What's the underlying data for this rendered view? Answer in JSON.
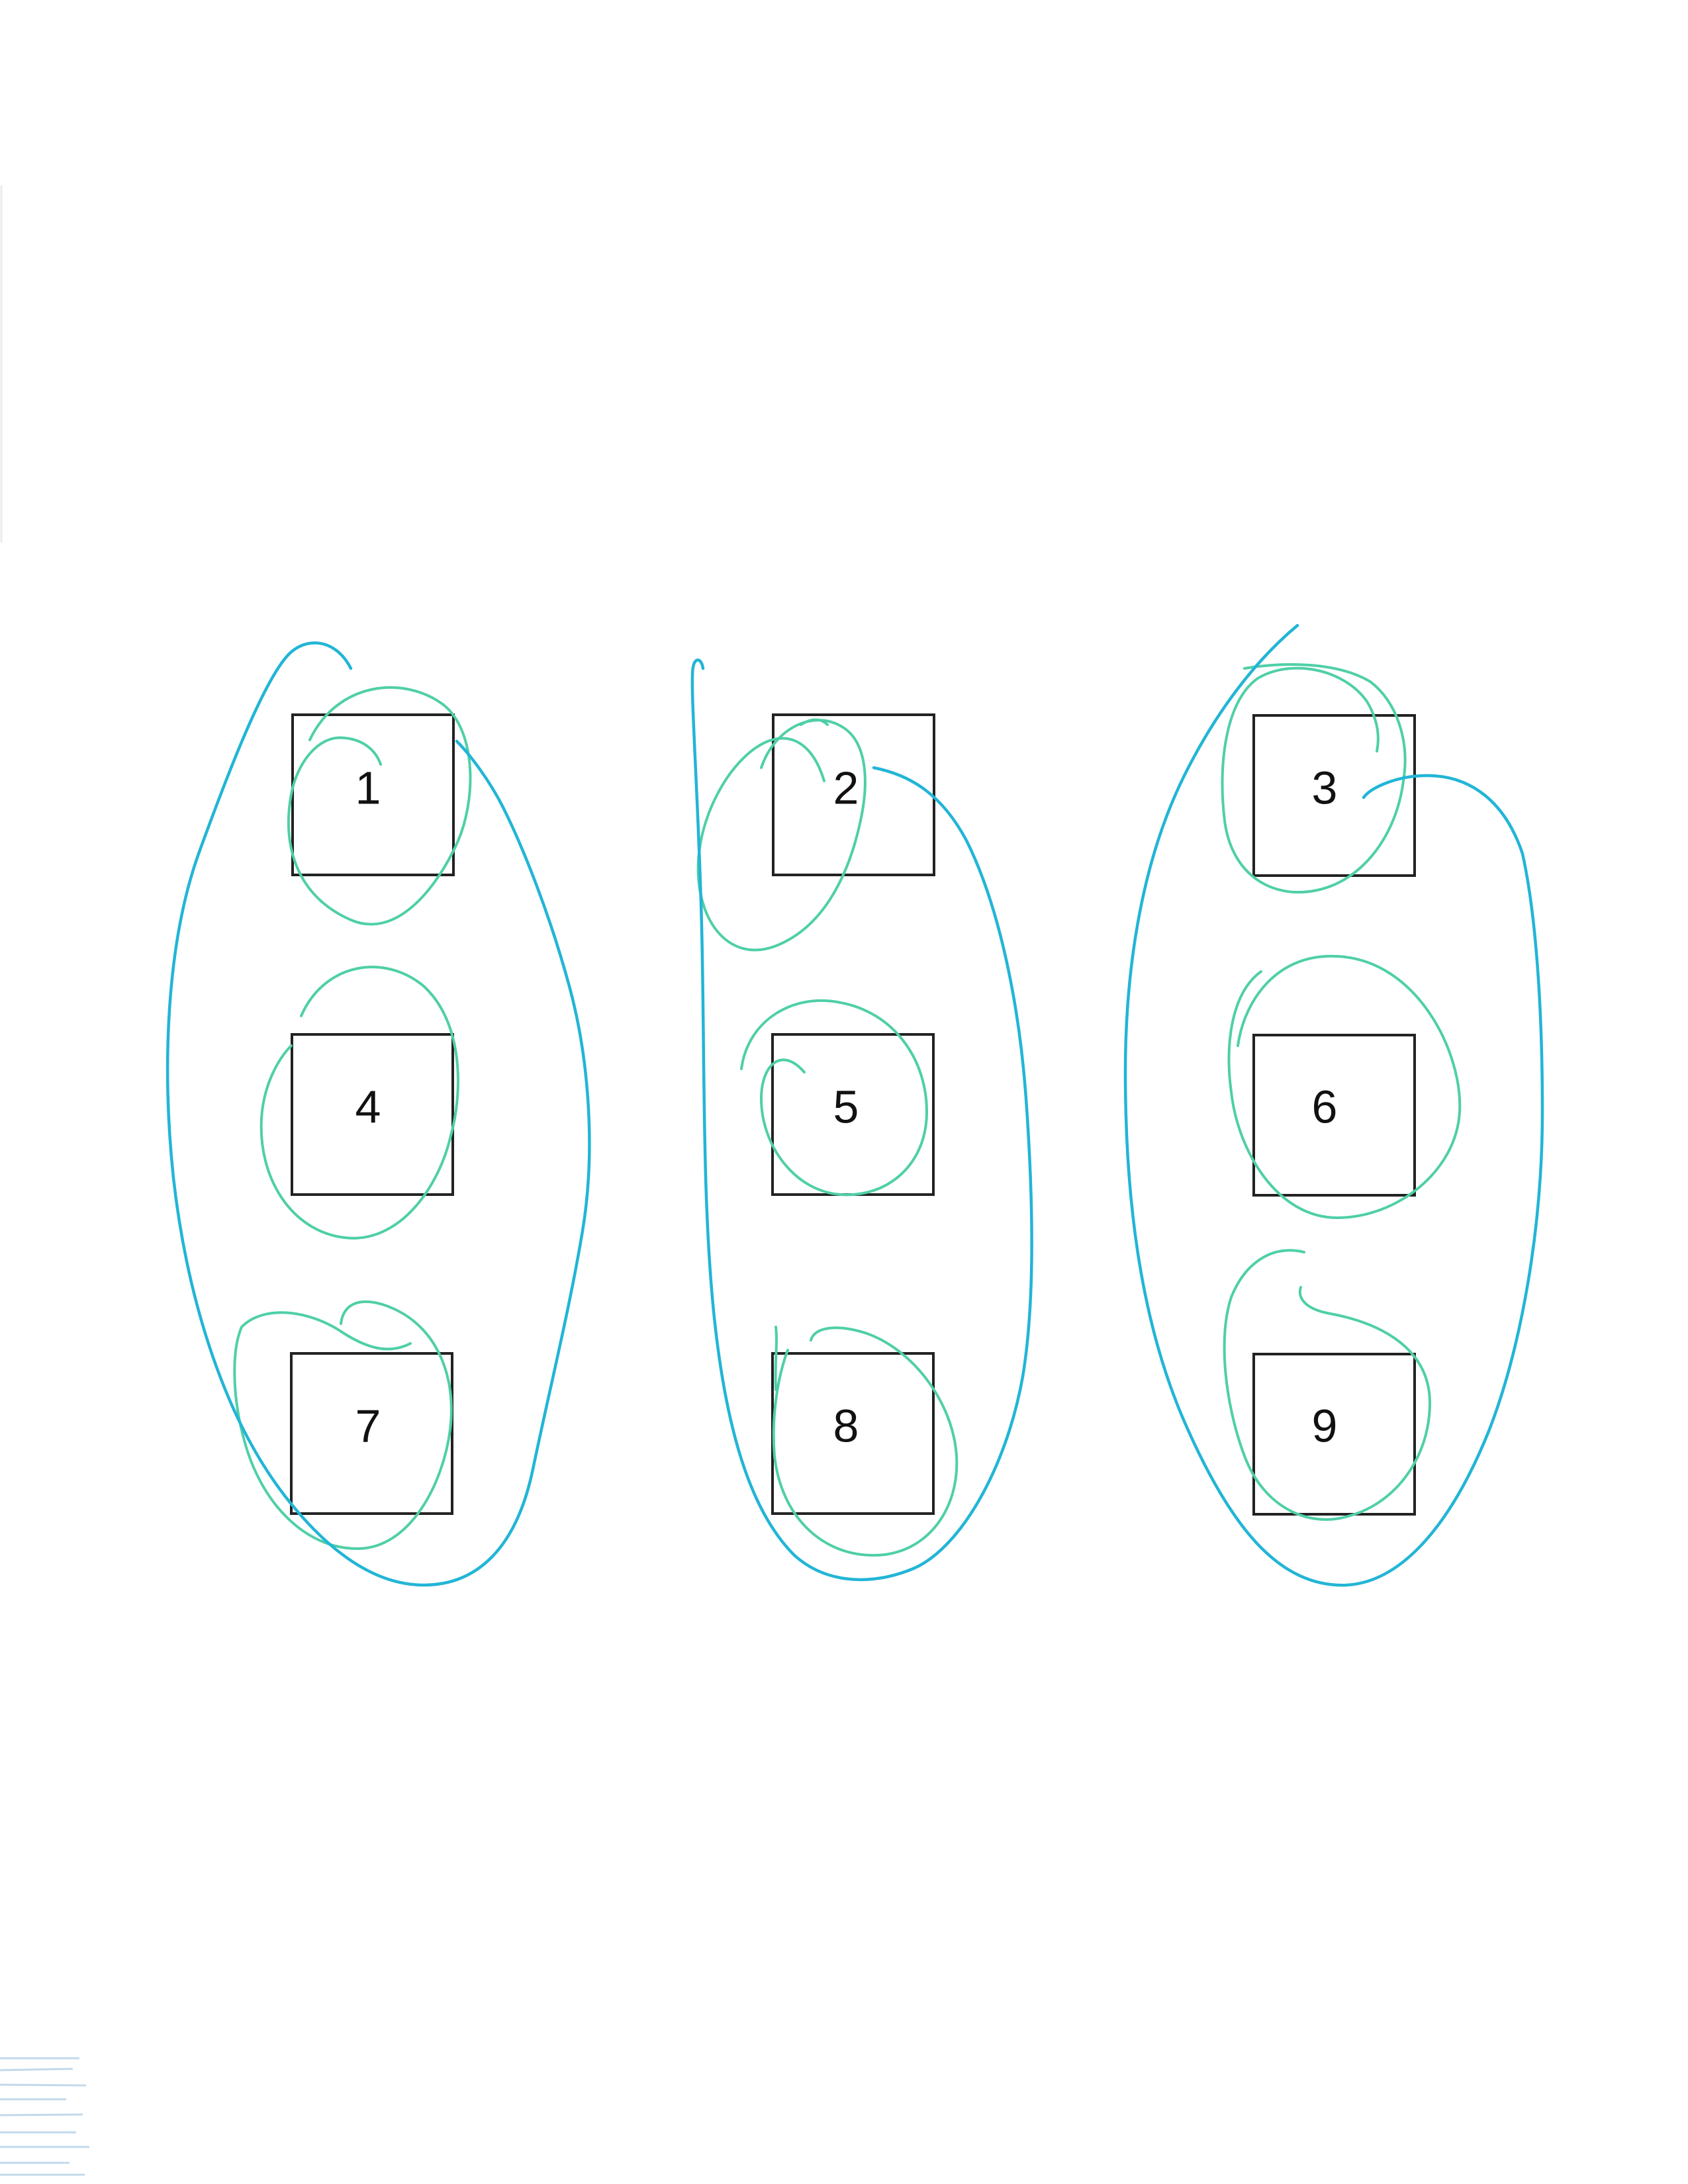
{
  "boxes": [
    {
      "label": "1"
    },
    {
      "label": "2"
    },
    {
      "label": "3"
    },
    {
      "label": "4"
    },
    {
      "label": "5"
    },
    {
      "label": "6"
    },
    {
      "label": "7"
    },
    {
      "label": "8"
    },
    {
      "label": "9"
    }
  ],
  "colors": {
    "box_stroke": "#222222",
    "small_circle_ink": "#4fcfa7",
    "group_loop_ink": "#22b5d6",
    "scan_artifact": "#8fb9dc"
  }
}
